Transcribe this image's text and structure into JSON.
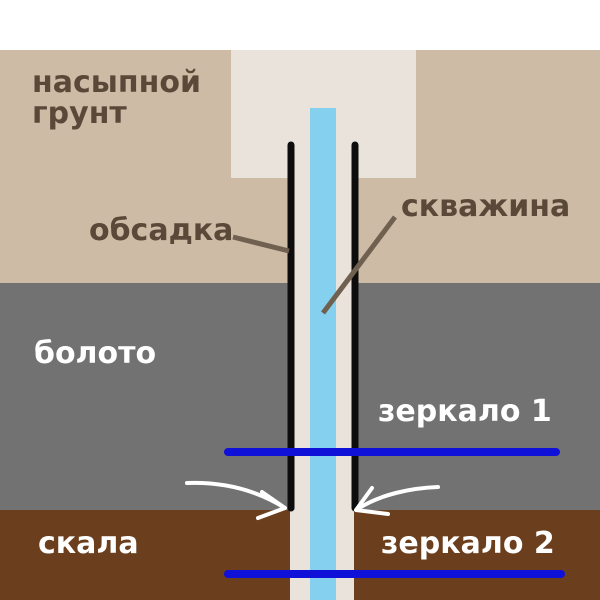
{
  "colors": {
    "fill_soil": "#cdbba6",
    "swamp": "#727272",
    "rock": "#6b3f1d",
    "pit": "#e9e3db",
    "borehole": "#86d0ef",
    "casing": "#0d0d0d",
    "pointer": "#6f6050",
    "mirror": "#0f10d8",
    "arrow": "#ffffff",
    "text_dark": "#5a4938",
    "text_light": "#ffffff"
  },
  "layers": {
    "fill_soil_label": "насыпной",
    "fill_soil_label_2": "грунт",
    "swamp_label": "болото",
    "rock_label": "скала"
  },
  "well": {
    "casing_label": "обсадка",
    "borehole_label": "скважина"
  },
  "levels": {
    "mirror1_label": "зеркало 1",
    "mirror2_label": "зеркало 2"
  }
}
